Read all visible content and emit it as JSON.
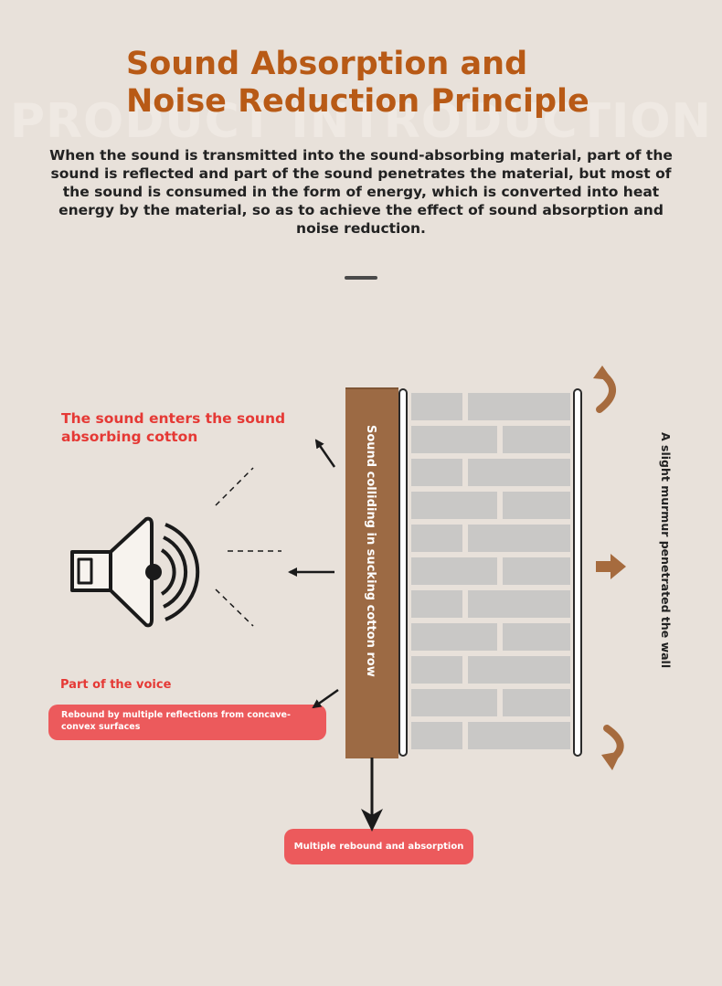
{
  "watermark": "PRODUCT INTRODUCTION",
  "title": "Sound Absorption and Noise Reduction Principle",
  "description": "When the sound is transmitted into the sound-absorbing material, part of the sound is reflected and part of the sound penetrates the material, but most of the sound is consumed in the form of energy, which is converted into heat energy by the material, so as to achieve the effect of sound absorption and noise reduction.",
  "labels": {
    "enter_cotton": "The sound enters the sound absorbing cotton",
    "part_voice": "Part of the voice",
    "rebound_pill": "Rebound by multiple reflections from concave-convex surfaces",
    "multiple_pill": "Multiple rebound and absorption",
    "column_text": "Sound colliding in sucking cotton row",
    "murmur_text": "A slight murmur penetrated the wall"
  },
  "colors": {
    "title": "#b85a16",
    "red_text": "#e53935",
    "pill": "#ec5a5c",
    "cotton": "#9c6a44",
    "arrow_brown": "#a66b3e",
    "brick": "#c9c8c6",
    "background": "#e8e1da"
  },
  "icons": {
    "speaker": "speaker-icon",
    "arrow": "arrow-icon"
  }
}
